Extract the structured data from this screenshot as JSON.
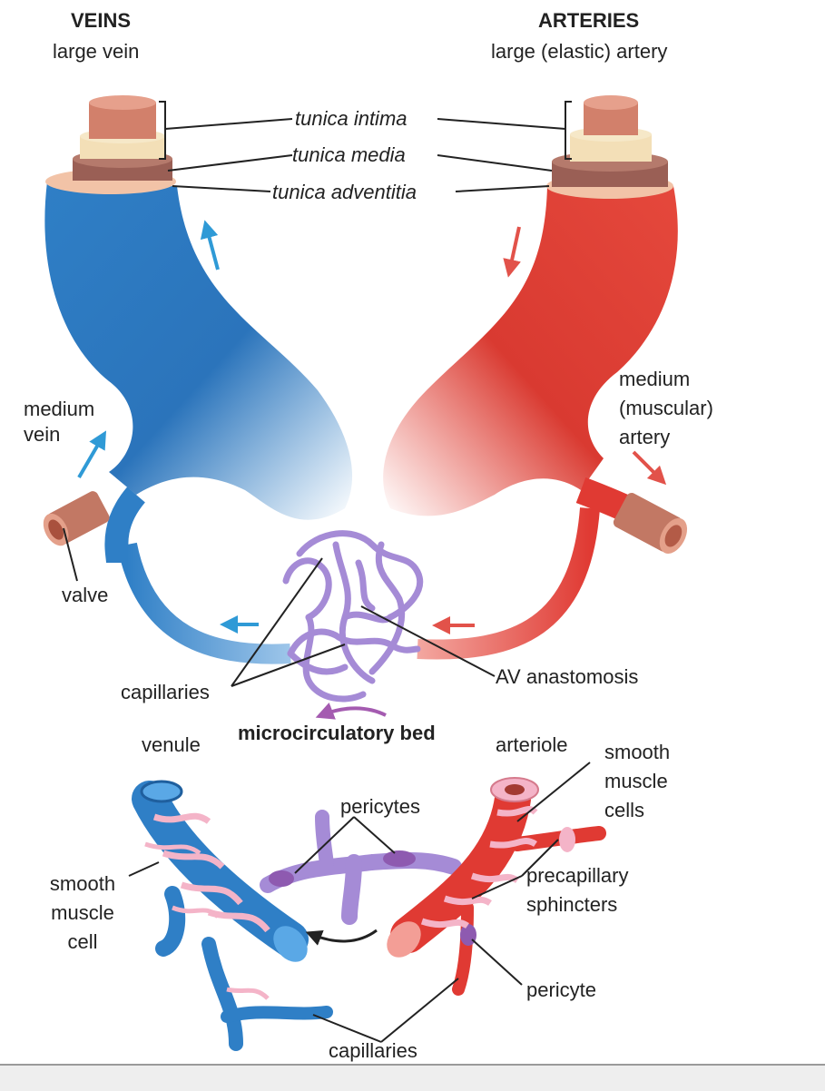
{
  "veins_heading": "VEINS",
  "veins_sub": "large vein",
  "arteries_heading": "ARTERIES",
  "arteries_sub": "large (elastic) artery",
  "tunica_intima": "tunica intima",
  "tunica_media": "tunica  media",
  "tunica_adventitia": "tunica  adventitia",
  "medium_vein": [
    "medium",
    "vein"
  ],
  "medium_artery": [
    "medium",
    "(muscular)",
    "artery"
  ],
  "valve": "valve",
  "capillaries_top": "capillaries",
  "av_anastomosis": "AV anastomosis",
  "microcirculatory_bed": "microcirculatory bed",
  "venule": "venule",
  "arteriole": "arteriole",
  "smooth_muscle_cells": [
    "smooth",
    "muscle",
    "cells"
  ],
  "pericytes": "pericytes",
  "smooth_muscle_cell": [
    "smooth",
    "muscle",
    "cell"
  ],
  "precapillary_sphincters": [
    "precapillary",
    "sphincters"
  ],
  "pericyte": "pericyte",
  "capillaries_bottom": "capillaries",
  "colors": {
    "vein_blue": "#2f7fc6",
    "artery_red": "#e03a33",
    "capillary_purple": "#a98cd8",
    "pericyte_purple": "#8e5ab0",
    "smooth_muscle_pink": "#f4b4c8",
    "wall_tan": "#d79a7e"
  }
}
